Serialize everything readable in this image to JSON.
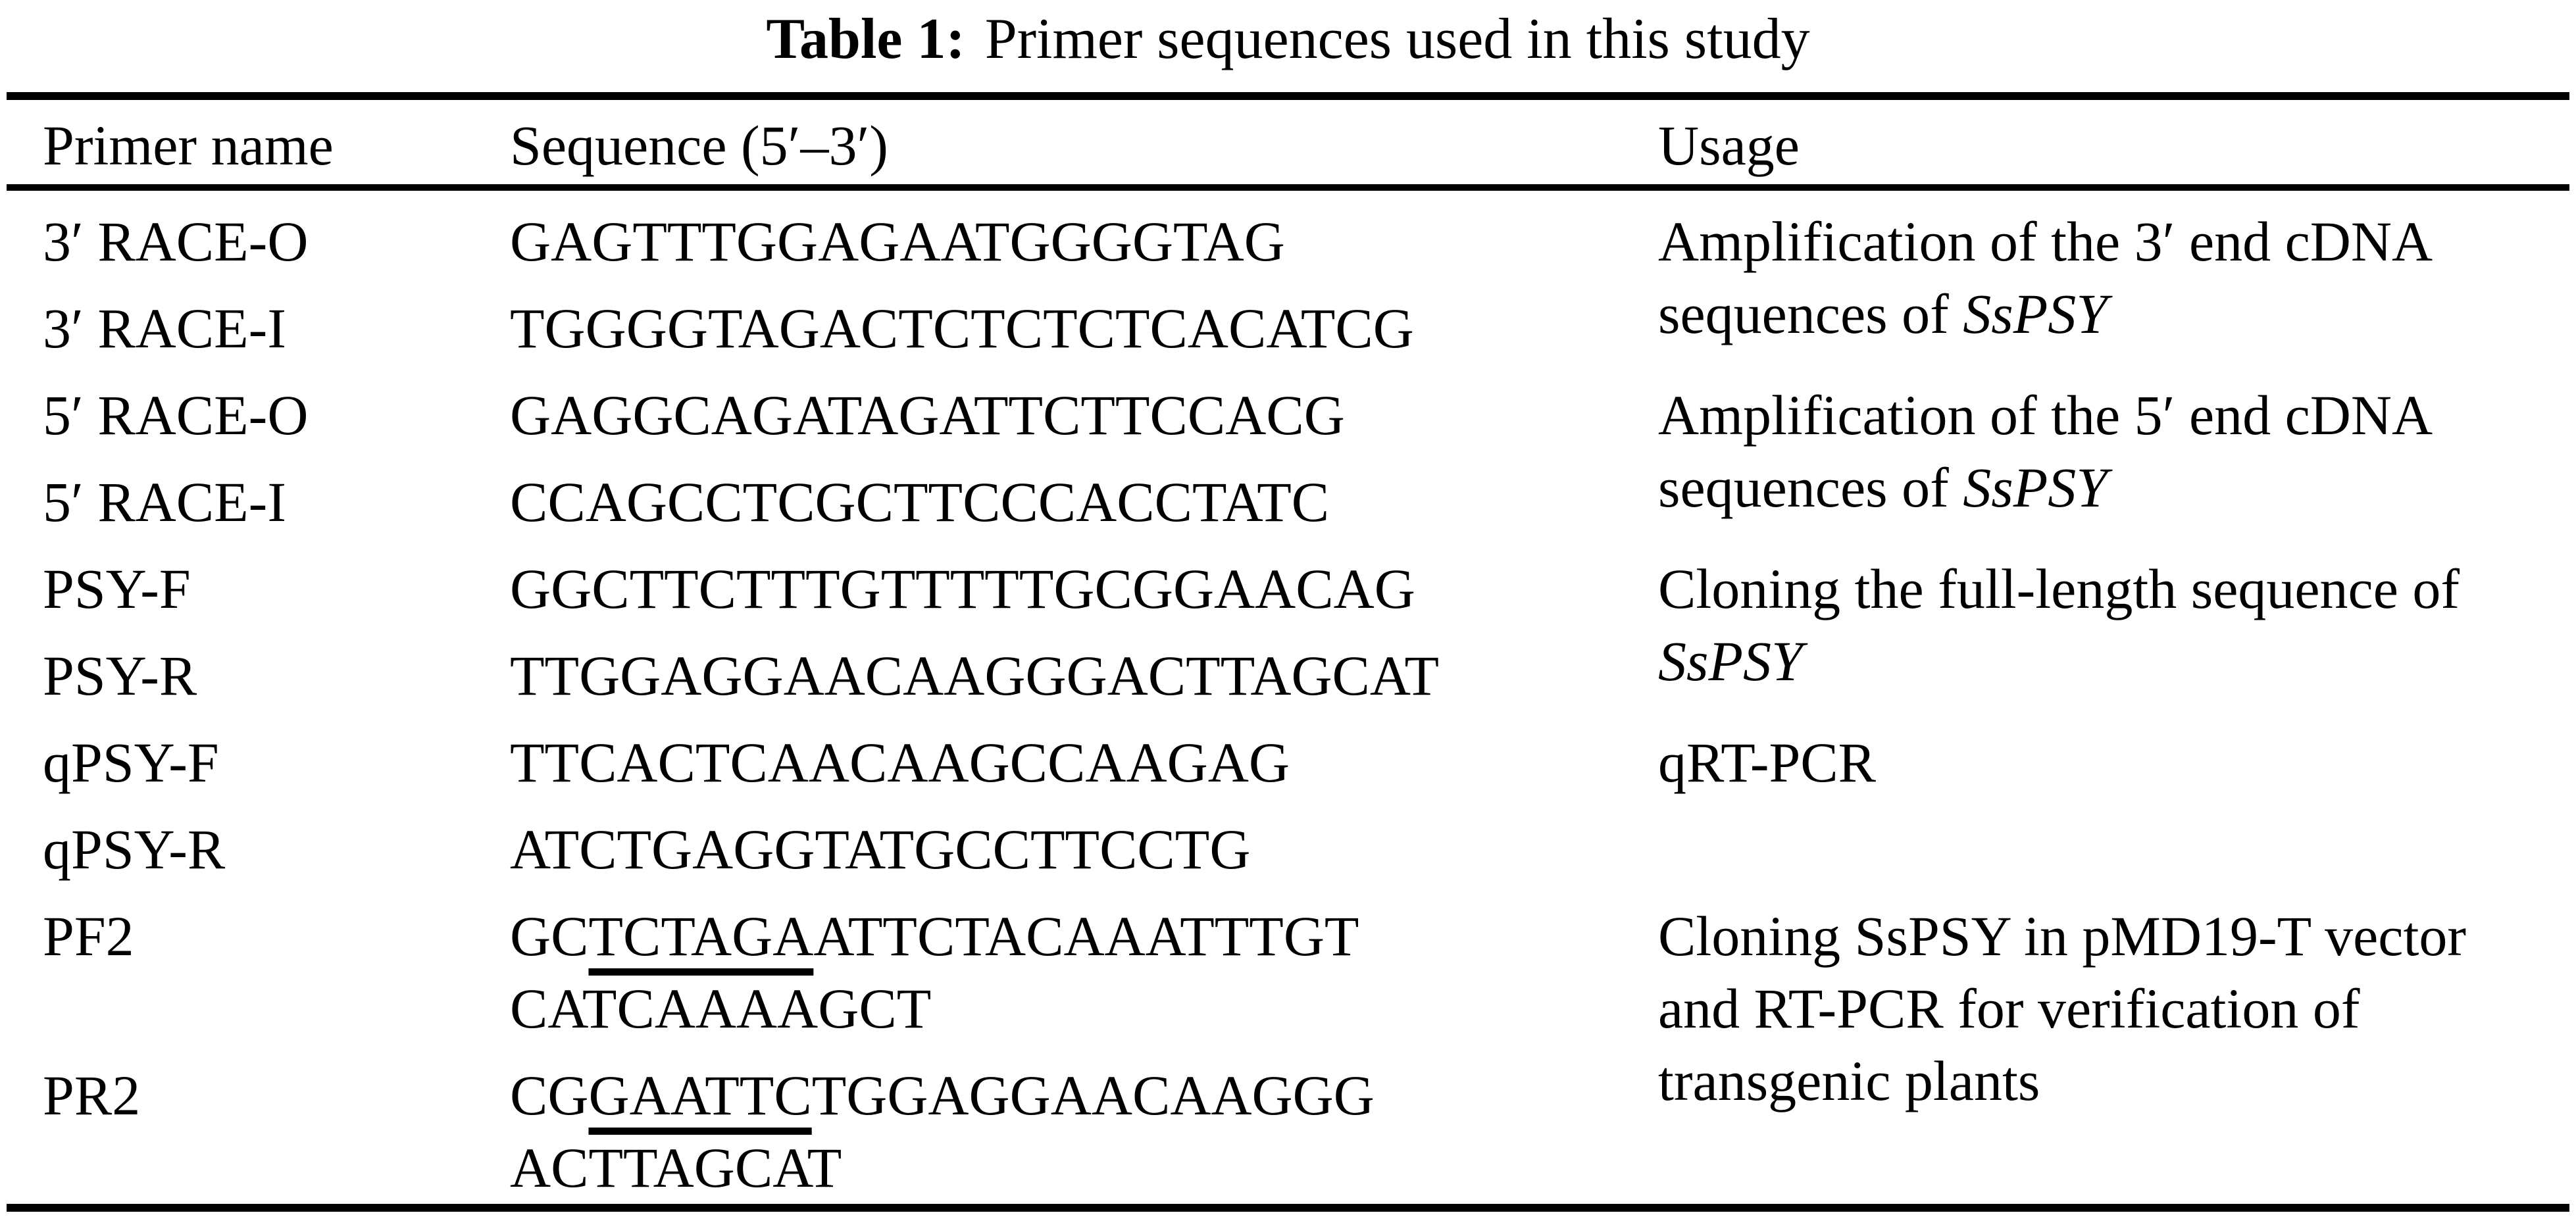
{
  "title": {
    "label": "Table 1:",
    "text": "Primer sequences used in this study"
  },
  "header": {
    "primer": "Primer name",
    "sequence": "Sequence (5′–3′)",
    "usage": "Usage"
  },
  "rows": [
    {
      "name": "3′ RACE-O",
      "seq": "GAGTTTGGAGAATGGGGTAG"
    },
    {
      "name": "3′ RACE-I",
      "seq": "TGGGGTAGACTCTCTCTCACATCG"
    },
    {
      "name": "5′ RACE-O",
      "seq": "GAGGCAGATAGATTCTTCCACG"
    },
    {
      "name": "5′ RACE-I",
      "seq": "CCAGCCTCGCTTCCCACCTATC"
    },
    {
      "name": "PSY-F",
      "seq": "GGCTTCTTTGTTTTTGCGGAACAG"
    },
    {
      "name": "PSY-R",
      "seq": "TTGGAGGAACAAGGGACTTAGCAT"
    },
    {
      "name": "qPSY-F",
      "seq": "TTCACTCAACAAGCCAAGAG"
    },
    {
      "name": "qPSY-R",
      "seq": "ATCTGAGGTATGCCTTCCTG"
    },
    {
      "name": "PF2",
      "seq_pre": "GC",
      "seq_site": "TCTAGA",
      "seq_rest": "ATTCTACAAATTTGT",
      "seq_line2": "CATCAAAAGCT"
    },
    {
      "name": "PR2",
      "seq_pre": "CG",
      "seq_site": "GAATTC",
      "seq_rest": "TGGAGGAACAAGGG",
      "seq_line2": "ACTTAGCAT"
    }
  ],
  "usages": [
    {
      "line1": "Amplification of the 3′ end cDNA",
      "line2_text": "sequences of ",
      "line2_gene": "SsPSY"
    },
    {
      "line1": "Amplification of the 5′ end cDNA",
      "line2_text": "sequences of ",
      "line2_gene": "SsPSY"
    },
    {
      "line1": "Cloning the full-length sequence of",
      "line2_gene": "SsPSY"
    },
    {
      "line1": "qRT-PCR"
    },
    {
      "line1": "Cloning SsPSY in pMD19-T vector",
      "line2": "and RT-PCR for verification of",
      "line3": "transgenic plants"
    }
  ]
}
